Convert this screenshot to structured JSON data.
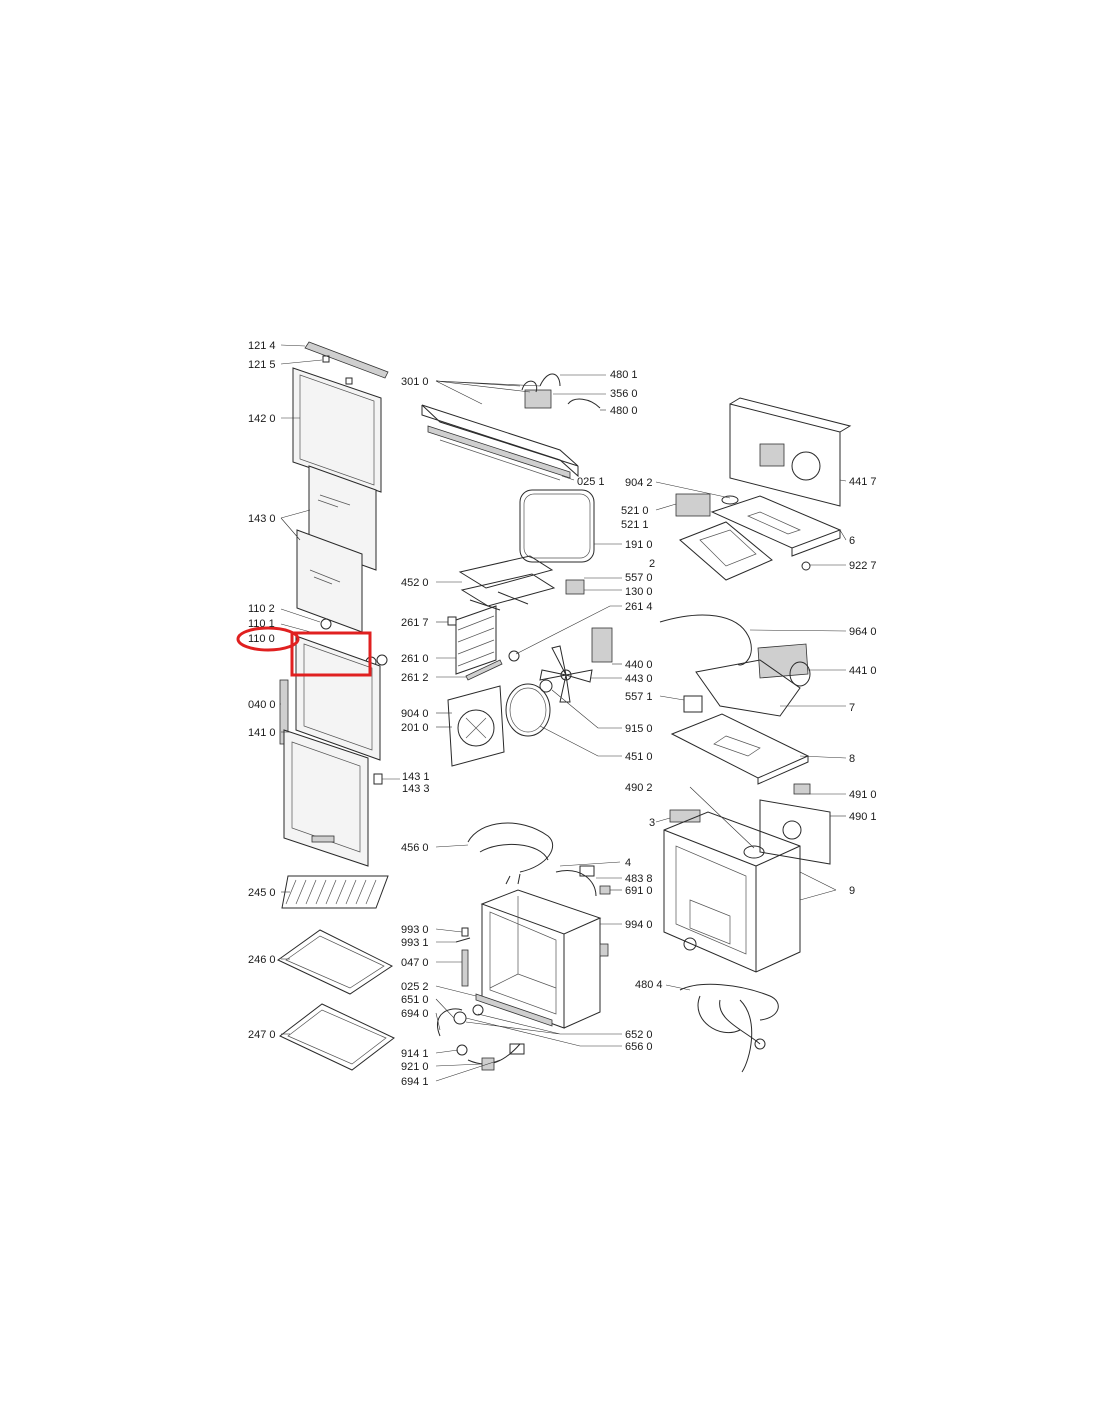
{
  "highlight": {
    "color": "#e02020",
    "circled_label": "110 0"
  },
  "labels": [
    {
      "id": "l1214",
      "text": "121 4"
    },
    {
      "id": "l1215",
      "text": "121 5"
    },
    {
      "id": "l1420",
      "text": "142 0"
    },
    {
      "id": "l1430",
      "text": "143 0"
    },
    {
      "id": "l1102",
      "text": "110 2"
    },
    {
      "id": "l1101",
      "text": "110 1"
    },
    {
      "id": "l1100",
      "text": "110 0"
    },
    {
      "id": "l0400",
      "text": "040 0"
    },
    {
      "id": "l1410",
      "text": "141 0"
    },
    {
      "id": "l1431",
      "text": "143 1"
    },
    {
      "id": "l1433",
      "text": "143 3"
    },
    {
      "id": "l2450",
      "text": "245 0"
    },
    {
      "id": "l2460",
      "text": "246 0"
    },
    {
      "id": "l2470",
      "text": "247 0"
    },
    {
      "id": "l3010",
      "text": "301 0"
    },
    {
      "id": "l4801",
      "text": "480 1"
    },
    {
      "id": "l3560",
      "text": "356 0"
    },
    {
      "id": "l4800",
      "text": "480 0"
    },
    {
      "id": "l0251",
      "text": "025 1"
    },
    {
      "id": "l1910",
      "text": "191 0"
    },
    {
      "id": "l4520",
      "text": "452 0"
    },
    {
      "id": "l5570",
      "text": "557 0"
    },
    {
      "id": "l1300",
      "text": "130 0"
    },
    {
      "id": "l2614",
      "text": "261 4"
    },
    {
      "id": "l2617",
      "text": "261 7"
    },
    {
      "id": "l2610",
      "text": "261 0"
    },
    {
      "id": "l2612",
      "text": "261 2"
    },
    {
      "id": "l4400",
      "text": "440 0"
    },
    {
      "id": "l4430",
      "text": "443 0"
    },
    {
      "id": "l9040a",
      "text": "904 0"
    },
    {
      "id": "l2010",
      "text": "201 0"
    },
    {
      "id": "l9150",
      "text": "915 0"
    },
    {
      "id": "l4510",
      "text": "451 0"
    },
    {
      "id": "l4560",
      "text": "456 0"
    },
    {
      "id": "l4",
      "text": "4"
    },
    {
      "id": "l4838",
      "text": "483 8"
    },
    {
      "id": "l6910",
      "text": "691 0"
    },
    {
      "id": "l9930",
      "text": "993 0"
    },
    {
      "id": "l9931",
      "text": "993 1"
    },
    {
      "id": "l9940",
      "text": "994 0"
    },
    {
      "id": "l0470",
      "text": "047 0"
    },
    {
      "id": "l0252",
      "text": "025 2"
    },
    {
      "id": "l6510",
      "text": "651 0"
    },
    {
      "id": "l6940",
      "text": "694 0"
    },
    {
      "id": "l6520",
      "text": "652 0"
    },
    {
      "id": "l6560",
      "text": "656 0"
    },
    {
      "id": "l9141",
      "text": "914 1"
    },
    {
      "id": "l9210",
      "text": "921 0"
    },
    {
      "id": "l6941",
      "text": "694 1"
    },
    {
      "id": "l9042",
      "text": "904 2"
    },
    {
      "id": "l5210",
      "text": "521 0"
    },
    {
      "id": "l5211",
      "text": "521 1"
    },
    {
      "id": "l2",
      "text": "2"
    },
    {
      "id": "l4417",
      "text": "441 7"
    },
    {
      "id": "l6",
      "text": "6"
    },
    {
      "id": "l9227",
      "text": "922 7"
    },
    {
      "id": "l9640",
      "text": "964 0"
    },
    {
      "id": "l4410",
      "text": "441 0"
    },
    {
      "id": "l5571",
      "text": "557 1"
    },
    {
      "id": "l7",
      "text": "7"
    },
    {
      "id": "l8",
      "text": "8"
    },
    {
      "id": "l4902",
      "text": "490 2"
    },
    {
      "id": "l3",
      "text": "3"
    },
    {
      "id": "l4910",
      "text": "491 0"
    },
    {
      "id": "l4901",
      "text": "490 1"
    },
    {
      "id": "l9",
      "text": "9"
    },
    {
      "id": "l4804",
      "text": "480 4"
    }
  ]
}
